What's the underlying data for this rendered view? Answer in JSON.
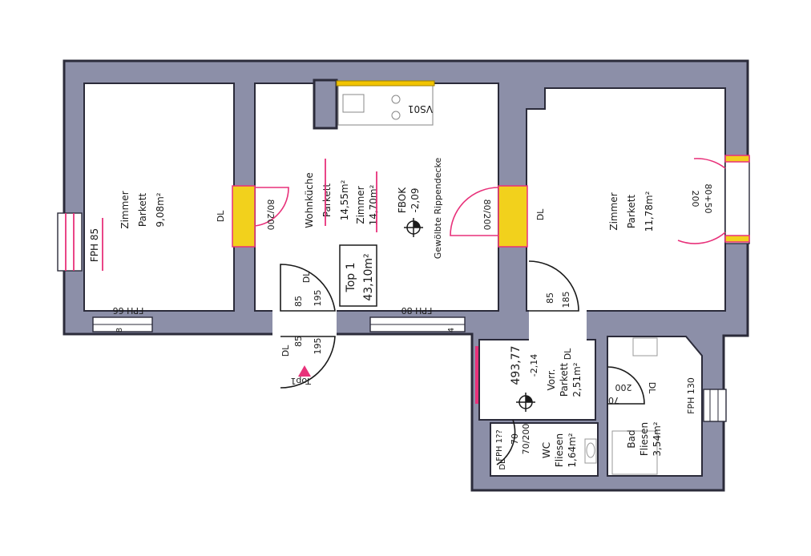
{
  "rooms": {
    "zimmer_left": {
      "name": "Zimmer",
      "floor": "Parkett",
      "area": "9,08m²"
    },
    "wohnkueche": {
      "name": "Wohnküche",
      "floor": "Parkett",
      "area": "14,55m²",
      "alt_name": "Zimmer",
      "alt_area": "14,70m²"
    },
    "zimmer_right": {
      "name": "Zimmer",
      "floor": "Parkett",
      "area": "11,78m²"
    },
    "vorraum": {
      "name": "Vorr.",
      "floor": "Parkett",
      "area": "2,51m²"
    },
    "wc": {
      "name": "WC",
      "floor": "Fliesen",
      "area": "1,64m²"
    },
    "bad": {
      "name": "Bad",
      "floor": "Fliesen",
      "area": "3,54m²"
    }
  },
  "top": {
    "label": "Top 1",
    "area": "43,10m²"
  },
  "fbok": {
    "label": "FBOK",
    "value": "-2,09",
    "note": "Gewölbte Rippendecke"
  },
  "vorraum_level": {
    "elevation": "493,77",
    "value": "-2,14"
  },
  "labels": {
    "vs01": "VS01",
    "fph85": "FPH 85",
    "fph66": "FPH 66",
    "fph80": "FPH 80",
    "fph130": "FPH 130",
    "fph_wc": "FPH 1??",
    "dl": "DL",
    "d80_200": "80/200",
    "d80_50": "80+50",
    "d200": "200",
    "d85": "85",
    "d195": "195",
    "d185": "185",
    "d70": "70",
    "d70_200": "70/200",
    "d200b": "200",
    "d8": "8",
    "d4": "4",
    "top1": "Top1"
  },
  "colors": {
    "wall": "#8c8fa8",
    "door": "#e8317a",
    "jamb": "#f2d11c"
  }
}
